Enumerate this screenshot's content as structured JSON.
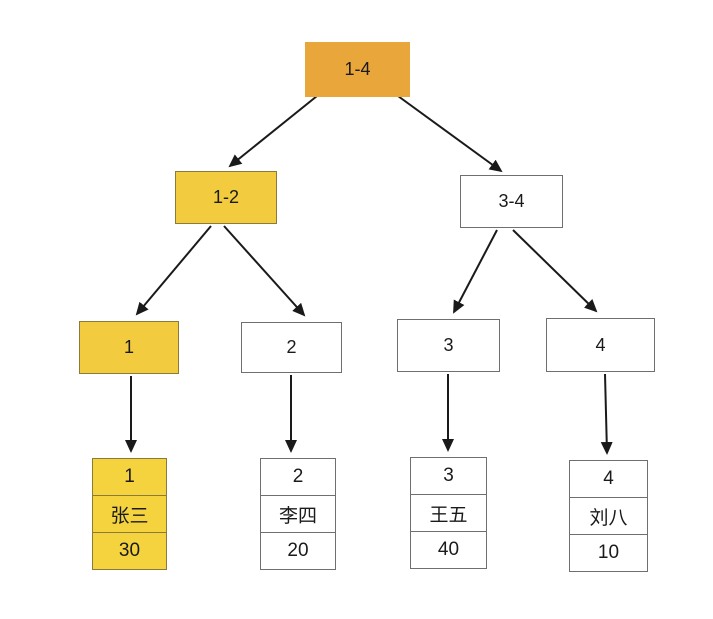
{
  "diagram": {
    "type": "segment-tree",
    "nodes": {
      "root": "1-4",
      "level2": [
        "1-2",
        "3-4"
      ],
      "level3": [
        "1",
        "2",
        "3",
        "4"
      ]
    },
    "records": [
      {
        "id": "1",
        "name": "张三",
        "value": "30",
        "highlighted": true
      },
      {
        "id": "2",
        "name": "李四",
        "value": "20",
        "highlighted": false
      },
      {
        "id": "3",
        "name": "王五",
        "value": "40",
        "highlighted": false
      },
      {
        "id": "4",
        "name": "刘八",
        "value": "10",
        "highlighted": false
      }
    ],
    "highlighted_path": [
      "1-4",
      "1-2",
      "1"
    ],
    "colors": {
      "root_fill": "#E9A63B",
      "highlight_fill": "#F2CC3E",
      "leaf_highlight_fill": "#F4D33E",
      "plain_fill": "#FFFFFF",
      "highlight_border": "#8A7B3A",
      "plain_border": "#6F6F6F",
      "arrow": "#1A1A1A",
      "text": "#1A1A1A",
      "background": "#FFFFFF"
    }
  }
}
